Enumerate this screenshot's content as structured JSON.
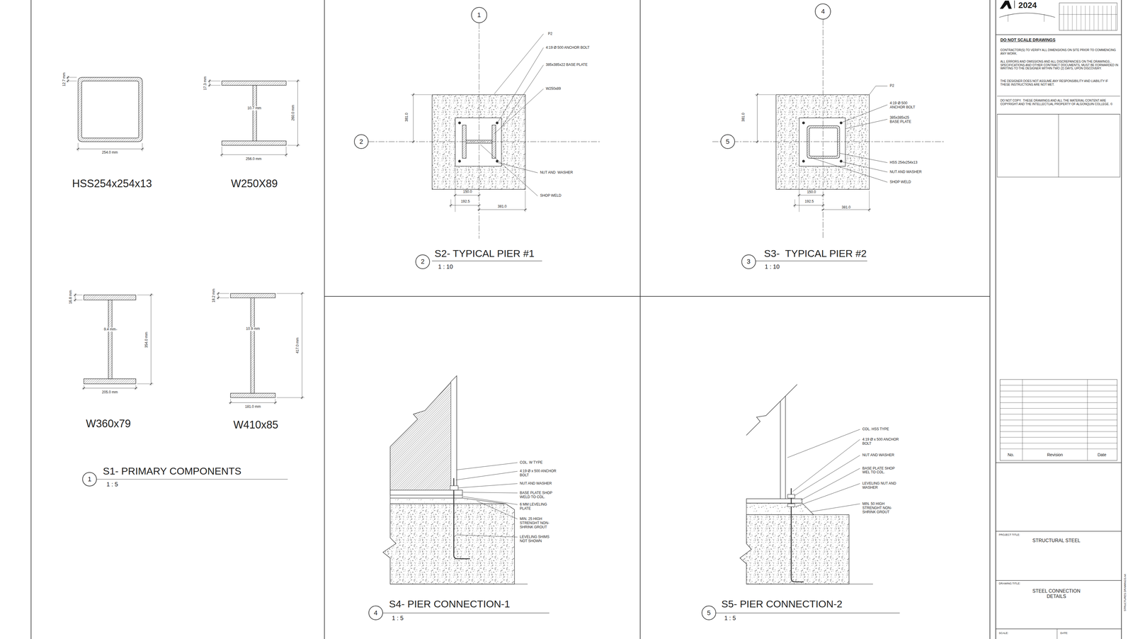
{
  "diagram": {
    "nodes": [
      {
        "text": [
          "1"
        ]
      },
      {
        "text": [
          "1"
        ]
      },
      {
        "text": [
          "2"
        ]
      },
      {
        "text": [
          "2"
        ]
      },
      {
        "text": [
          "4"
        ]
      },
      {
        "text": [
          "5"
        ]
      },
      {
        "text": [
          "3"
        ]
      },
      {
        "text": [
          "4"
        ]
      },
      {
        "text": [
          "5"
        ]
      }
    ],
    "labels": [
      "12.7 mm",
      "254.0 mm",
      "HSS254x254x13",
      "17.3 mm",
      "10.7 mm",
      "260.0 mm",
      "256.0 mm",
      "W250X89",
      "16.8 mm",
      "9.4 mm",
      "354.0 mm",
      "205.0 mm",
      "W360x79",
      "18.2 mm",
      "10.9 mm",
      "417.0 mm",
      "181.0 mm",
      "W410x85",
      "S1- PRIMARY COMPONENTS",
      "1 : 5",
      "P2",
      "4:19 Ø 500 ANCHOR BOLT",
      "385x385x22 BASE PLATE",
      "W250x89",
      "NUT AND  WASHER",
      "SHOP WELD",
      "381.0",
      "150.0",
      "192.5",
      "381.0",
      "S2- TYPICAL PIER #1",
      "1 : 10",
      "P2",
      "4:19 Ø 500 ANCHOR BOLT",
      "385x385x25 BASE PLATE",
      "HSS 254x254x13",
      "NUT AND WASHER",
      "SHOP WELD",
      "381.0",
      "150.0",
      "192.5",
      "381.0",
      "S3-  TYPICAL PIER #2",
      "1 : 10",
      "COL. W TYPE",
      "4:19 Ø x 500 ANCHOR BOLT",
      "NUT AND WASHER",
      "BASE PLATE SHOP WELD TO COL.",
      "6 MM LEVELING PLATE",
      "MIN. 25 HIGH STRENGHT NON-SHRINK GROUT",
      "LEVELING SHIMS NOT SHOWN",
      "S4- PIER CONNECTION-1",
      "1 : 5",
      "COL. HSS TYPE",
      "4:19 Ø x 500 ANCHOR BOLT",
      "NUT AND WASHER",
      "BASE PLATE SHOP WEL TO COL.",
      "LEVELING NUT AND WASHER",
      "MIN. 50 HIGH STRENGHT NON-SHRINK GROUT",
      "S5- PIER CONNECTION-2",
      "1 : 5",
      "2024",
      "DO NOT SCALE DRAWINGS",
      "CONTRACTOR(S) TO VERIFY ALL DIMENSIONS ON SITE PRIOR TO COMMENCING ANY WORK.",
      "ALL ERRORS AND OMISSIONS AND ALL DISCREPANCIES ON THE DRAWINGS , SPECIFICATIONS AND OTHER CONTRACT DOCUMENTS, MUST BE FORWARDED IN WRITING TO THE DESIGNER WITHIN TWO (2) DAYS, UPON DISCOVERY.",
      "THE DESIGNER DOES NOT ASSUME ANY RESPONSIBILITY AND LIABILITY IF THESE INSTRUCTIONS ARE NOT MET.",
      "DO NOT COPY.  THESE DRAWINGS AND ALL THE MATERIAL CONTENT ARE COPYRIGHT AND THE INTELLECTUAL PROPERTY OF ALGONQUIN COLLEGE. ©",
      "No.",
      "Revision",
      "Date",
      "PROJECT TITLE:",
      "STRUCTURAL STEEL",
      "DRAWING TITLE:",
      "STEEL CONNECTION DETAILS",
      "SCALE:",
      "DATE:",
      "STRUCTURES DRAWINGS.rvt"
    ]
  }
}
